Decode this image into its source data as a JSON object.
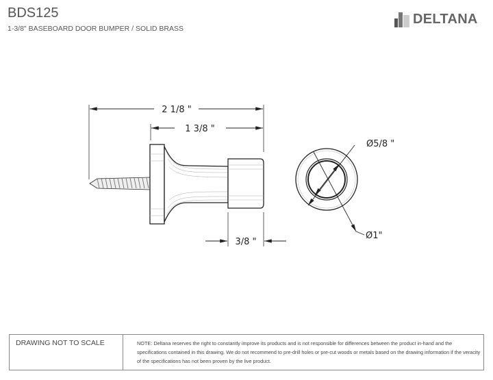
{
  "header": {
    "title": "BDS125",
    "subtitle": "1-3/8\" BASEBOARD DOOR BUMPER / SOLID BRASS",
    "brand": "DELTANA"
  },
  "dimensions": {
    "overall_length": "2 1/8 \"",
    "body_length": "1 3/8 \"",
    "cap_length": "3/8 \"",
    "inner_diameter": "Ø5/8 \"",
    "outer_diameter": "Ø1\""
  },
  "footer": {
    "scale_label": "DRAWING NOT TO SCALE",
    "note": "NOTE: Deltana reserves the right to constantly improve its products and is not responsible for differences between the product in-hand and the specifications contained in this drawing. We do not recommend to pre-drill holes or pre-cut woods or metals based on the drawing information if the veracity of the specifications has not been proven by the live product."
  }
}
